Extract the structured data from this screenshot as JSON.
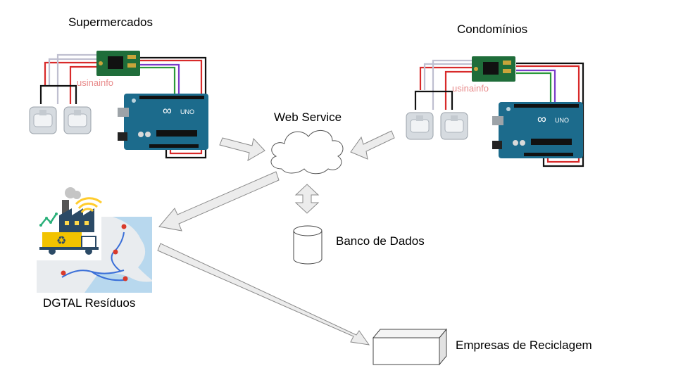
{
  "labels": {
    "supermercados": "Supermercados",
    "condominios": "Condomínios",
    "web_service": "Web Service",
    "banco_de_dados": "Banco de Dados",
    "dgtal_residuos": "DGTAL Resíduos",
    "empresas": "Empresas de Reciclagem"
  },
  "watermark": "usinainfo",
  "board_text": {
    "arduino_brand": "∞",
    "arduino_model": "UNO"
  },
  "colors": {
    "arduino_blue": "#1c6b8c",
    "hx711_green": "#1f6d3a",
    "wire_red": "#d82a2a",
    "wire_black": "#111111",
    "wire_purple": "#7a3cc8",
    "wire_green": "#2a9a3a",
    "wire_white": "#bfbfd0",
    "arrow_fill": "#ececec",
    "arrow_stroke": "#8a8a8a"
  },
  "icons": [
    "cloud-icon",
    "database-icon",
    "box-icon",
    "factory-icon",
    "truck-icon",
    "recycle-icon",
    "wifi-icon",
    "map-pin-icon",
    "load-cell-icon"
  ]
}
